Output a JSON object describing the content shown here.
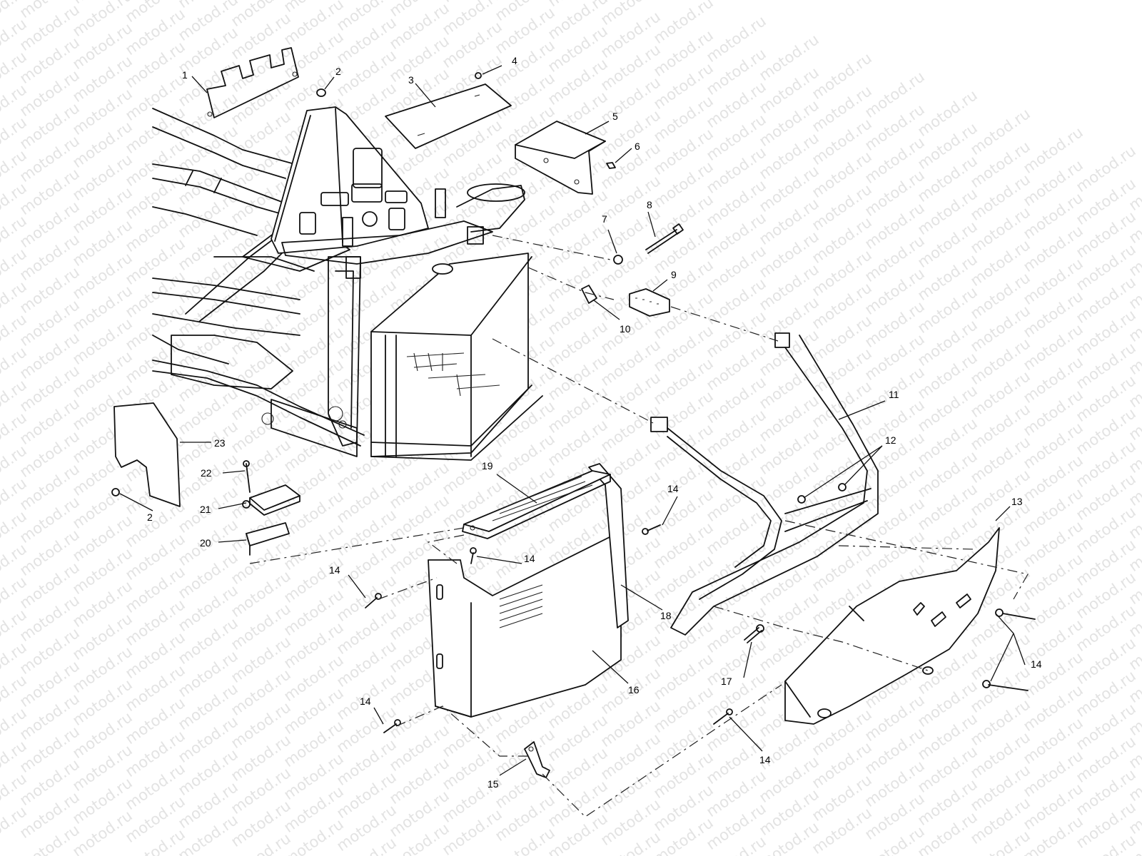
{
  "watermark": {
    "text": "motod.ru"
  },
  "callouts": [
    {
      "id": "callout-1",
      "label": "1"
    },
    {
      "id": "callout-2a",
      "label": "2"
    },
    {
      "id": "callout-2b",
      "label": "2"
    },
    {
      "id": "callout-3",
      "label": "3"
    },
    {
      "id": "callout-4",
      "label": "4"
    },
    {
      "id": "callout-5",
      "label": "5"
    },
    {
      "id": "callout-6",
      "label": "6"
    },
    {
      "id": "callout-7",
      "label": "7"
    },
    {
      "id": "callout-8",
      "label": "8"
    },
    {
      "id": "callout-9",
      "label": "9"
    },
    {
      "id": "callout-10",
      "label": "10"
    },
    {
      "id": "callout-11",
      "label": "11"
    },
    {
      "id": "callout-12",
      "label": "12"
    },
    {
      "id": "callout-13",
      "label": "13"
    },
    {
      "id": "callout-14a",
      "label": "14"
    },
    {
      "id": "callout-14b",
      "label": "14"
    },
    {
      "id": "callout-14c",
      "label": "14"
    },
    {
      "id": "callout-14d",
      "label": "14"
    },
    {
      "id": "callout-14e",
      "label": "14"
    },
    {
      "id": "callout-14f",
      "label": "14"
    },
    {
      "id": "callout-15",
      "label": "15"
    },
    {
      "id": "callout-16",
      "label": "16"
    },
    {
      "id": "callout-17",
      "label": "17"
    },
    {
      "id": "callout-18",
      "label": "18"
    },
    {
      "id": "callout-19",
      "label": "19"
    },
    {
      "id": "callout-20",
      "label": "20"
    },
    {
      "id": "callout-21",
      "label": "21"
    },
    {
      "id": "callout-22",
      "label": "22"
    },
    {
      "id": "callout-23",
      "label": "23"
    }
  ]
}
